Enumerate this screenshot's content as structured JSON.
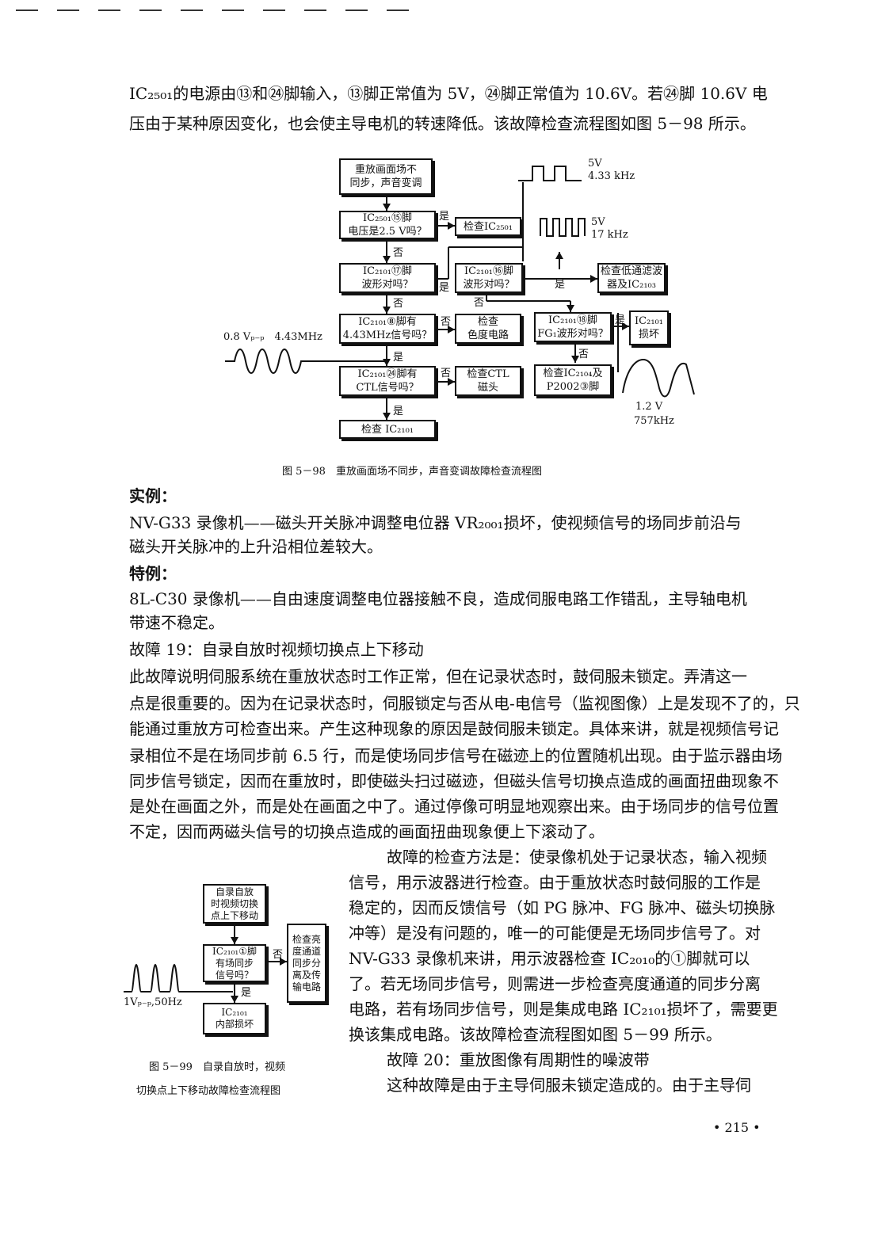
{
  "page_number": "• 215 •",
  "intro": [
    "IC₂₅₀₁的电源由⑬和㉔脚输入，⑬脚正常值为 5V，㉔脚正常值为 10.6V。若㉔脚 10.6V 电",
    "压由于某种原因变化，也会使主导电机的转速降低。该故障检查流程图如图 5－98 所示。"
  ],
  "fig98": {
    "caption": "图 5－98　重放画面场不同步，声音变调故障检查流程图",
    "boxes": {
      "start": "重放画面场不\n同步，声音变调",
      "q1": "IC₂₅₀₁⑮脚\n电压是2.5 V吗？",
      "q2": "IC₂₁₀₁⑰脚\n波形对吗？",
      "q3": "IC₂₁₀₁⑧脚有\n4.43MHz信号吗？",
      "q4": "IC₂₁₀₁㉔脚有\nCTL信号吗？",
      "end": "检查 IC₂₁₀₁",
      "check_ic2501": "检查IC₂₅₀₁",
      "q5": "IC₂₁₀₁⑯脚\n波形对吗？",
      "check_lpf": "检查低通滤波\n器及IC₂₁₀₃",
      "check_color": "检查\n色度电路",
      "q6": "IC₂₁₀₁⑱脚\nFG₁波形对吗？",
      "ic2101_bad": "IC₂₁₀₁\n损坏",
      "check_ctl": "检查CTL\n磁头",
      "check_ic2104": "检查IC₂₁₀₄及\nP2002③脚"
    },
    "labels": {
      "yes": "是",
      "no": "否"
    },
    "signals": {
      "sig1_amp": "5V",
      "sig1_freq": "4.33 kHz",
      "sig2_amp": "5V",
      "sig2_freq": "17 kHz",
      "sig3": "0.8 Vₚ₋ₚ　4.43MHz",
      "sig4_amp": "1.2 V",
      "sig4_freq": "757kHz"
    }
  },
  "example_heading": "实例：",
  "example": [
    "NV-G33 录像机——磁头开关脉冲调整电位器 VR₂₀₀₁损坏，使视频信号的场同步前沿与",
    "磁头开关脉冲的上升沿相位差较大。"
  ],
  "special_heading": "特例：",
  "special": [
    "8L-C30 录像机——自由速度调整电位器接触不良，造成伺服电路工作错乱，主导轴电机",
    "带速不稳定。"
  ],
  "fault19_title": "故障 19：自录自放时视频切换点上下移动",
  "fault19_body": [
    "此故障说明伺服系统在重放状态时工作正常，但在记录状态时，鼓伺服未锁定。弄清这一",
    "点是很重要的。因为在记录状态时，伺服锁定与否从电-电信号（监视图像）上是发现不了的，只",
    "能通过重放方可检查出来。产生这种现象的原因是鼓伺服未锁定。具体来讲，就是视频信号记",
    "录相位不是在场同步前 6.5 行，而是使场同步信号在磁迹上的位置随机出现。由于监示器由场",
    "同步信号锁定，因而在重放时，即使磁头扫过磁迹，但磁头信号切换点造成的画面扭曲现象不",
    "是处在画面之外，而是处在画面之中了。通过停像可明显地观察出来。由于场同步的信号位置",
    "不定，因而两磁头信号的切换点造成的画面扭曲现象便上下滚动了。"
  ],
  "method": [
    "故障的检查方法是：使录像机处于记录状态，输入视频",
    "信号，用示波器进行检查。由于重放状态时鼓伺服的工作是",
    "稳定的，因而反馈信号（如 PG 脉冲、FG 脉冲、磁头切换脉",
    "冲等）是没有问题的，唯一的可能便是无场同步信号了。对",
    "NV-G33 录像机来讲，用示波器检查 IC₂₀₁₀的①脚就可以",
    "了。若无场同步信号，则需进一步检查亮度通道的同步分离",
    "电路，若有场同步信号，则是集成电路 IC₂₁₀₁损坏了，需要更",
    "换该集成电路。该故障检查流程图如图 5－99 所示。"
  ],
  "fault20_title": "故障 20：重放图像有周期性的噪波带",
  "fault20_body": "这种故障是由于主导伺服未锁定造成的。由于主导伺",
  "fig99": {
    "caption_line1": "图 5－99　自录自放时，视频",
    "caption_line2": "切换点上下移动故障检查流程图",
    "boxes": {
      "start": "自录自放\n时视频切换\n点上下移动",
      "q1": "IC₂₁₀₁①脚\n有场同步\n信号吗？",
      "end": "IC₂₁₀₁\n内部损坏",
      "check": "检查亮\n度通道\n同步分\n离及传\n输电路"
    },
    "labels": {
      "yes": "是",
      "no": "否"
    },
    "signal": "1Vₚ₋ₚ,50Hz"
  }
}
